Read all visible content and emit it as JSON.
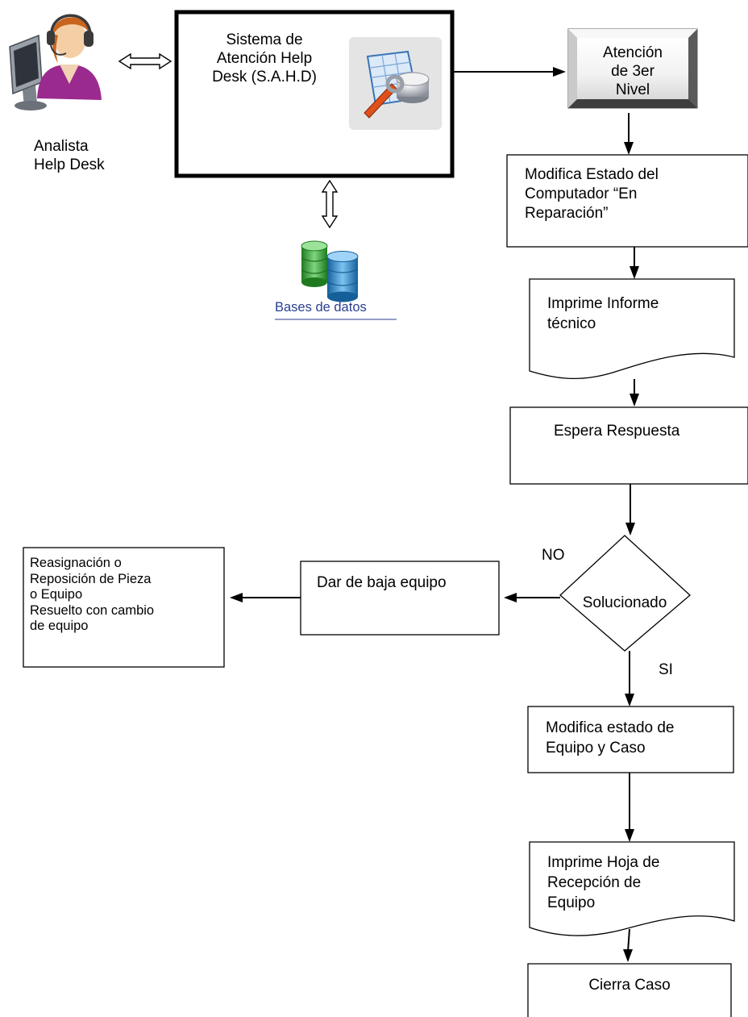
{
  "actor": {
    "label_line1": "Analista",
    "label_line2": "Help Desk"
  },
  "system": {
    "line1": "Sistema de",
    "line2": "Atención Help",
    "line3": "Desk (S.A.H.D)"
  },
  "database": {
    "label": "Bases de datos"
  },
  "third_level": {
    "line1": "Atención",
    "line2": "de 3er",
    "line3": "Nivel"
  },
  "steps": {
    "modify_computer": {
      "line1": "Modifica Estado del",
      "line2": "Computador “En",
      "line3": "Reparación”"
    },
    "print_report": {
      "line1": "Imprime Informe",
      "line2": "técnico"
    },
    "wait": {
      "line1": "Espera Respuesta"
    },
    "decision": {
      "label": "Solucionado",
      "no": "NO",
      "yes": "SI"
    },
    "dar_baja": {
      "label": "Dar de baja equipo"
    },
    "reassign": {
      "line1": "Reasignación o",
      "line2": "Reposición de Pieza",
      "line3": "o Equipo",
      "line4": "Resuelto con cambio",
      "line5": "de equipo"
    },
    "modify_state": {
      "line1": "Modifica estado de",
      "line2": "Equipo y Caso"
    },
    "print_reception": {
      "line1": "Imprime Hoja de",
      "line2": "Recepción de",
      "line3": "Equipo"
    },
    "close_case": {
      "label": "Cierra Caso"
    }
  },
  "colors": {
    "line": "#000000",
    "bar_gray": "#7a7a7a",
    "db_green": "#3aa53a",
    "db_blue": "#2b86c8",
    "link_blue": "#2a3f8f"
  },
  "icons": {
    "actor": "help-desk-agent-icon",
    "system": "settings-tools-icon",
    "database": "database-icon"
  }
}
